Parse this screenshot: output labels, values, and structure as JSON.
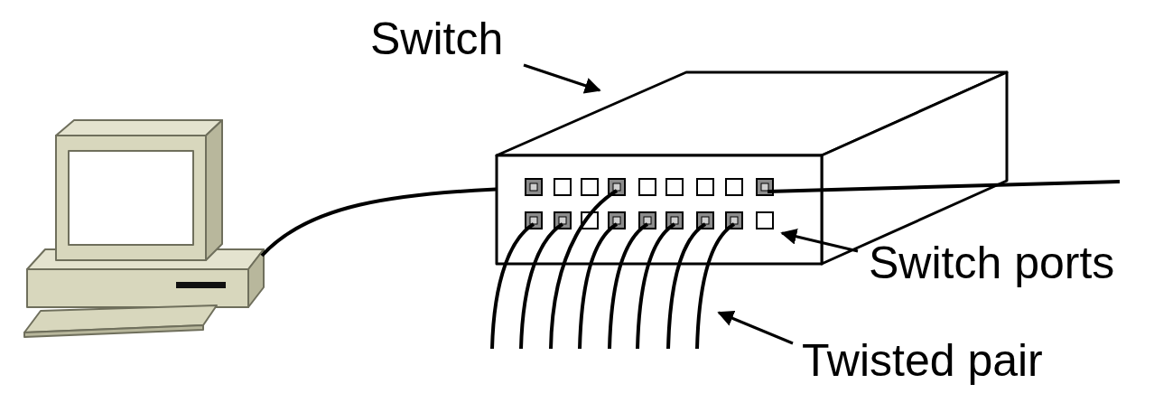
{
  "diagram": {
    "labels": [
      "Switch",
      "Switch ports",
      "Twisted pair"
    ]
  }
}
